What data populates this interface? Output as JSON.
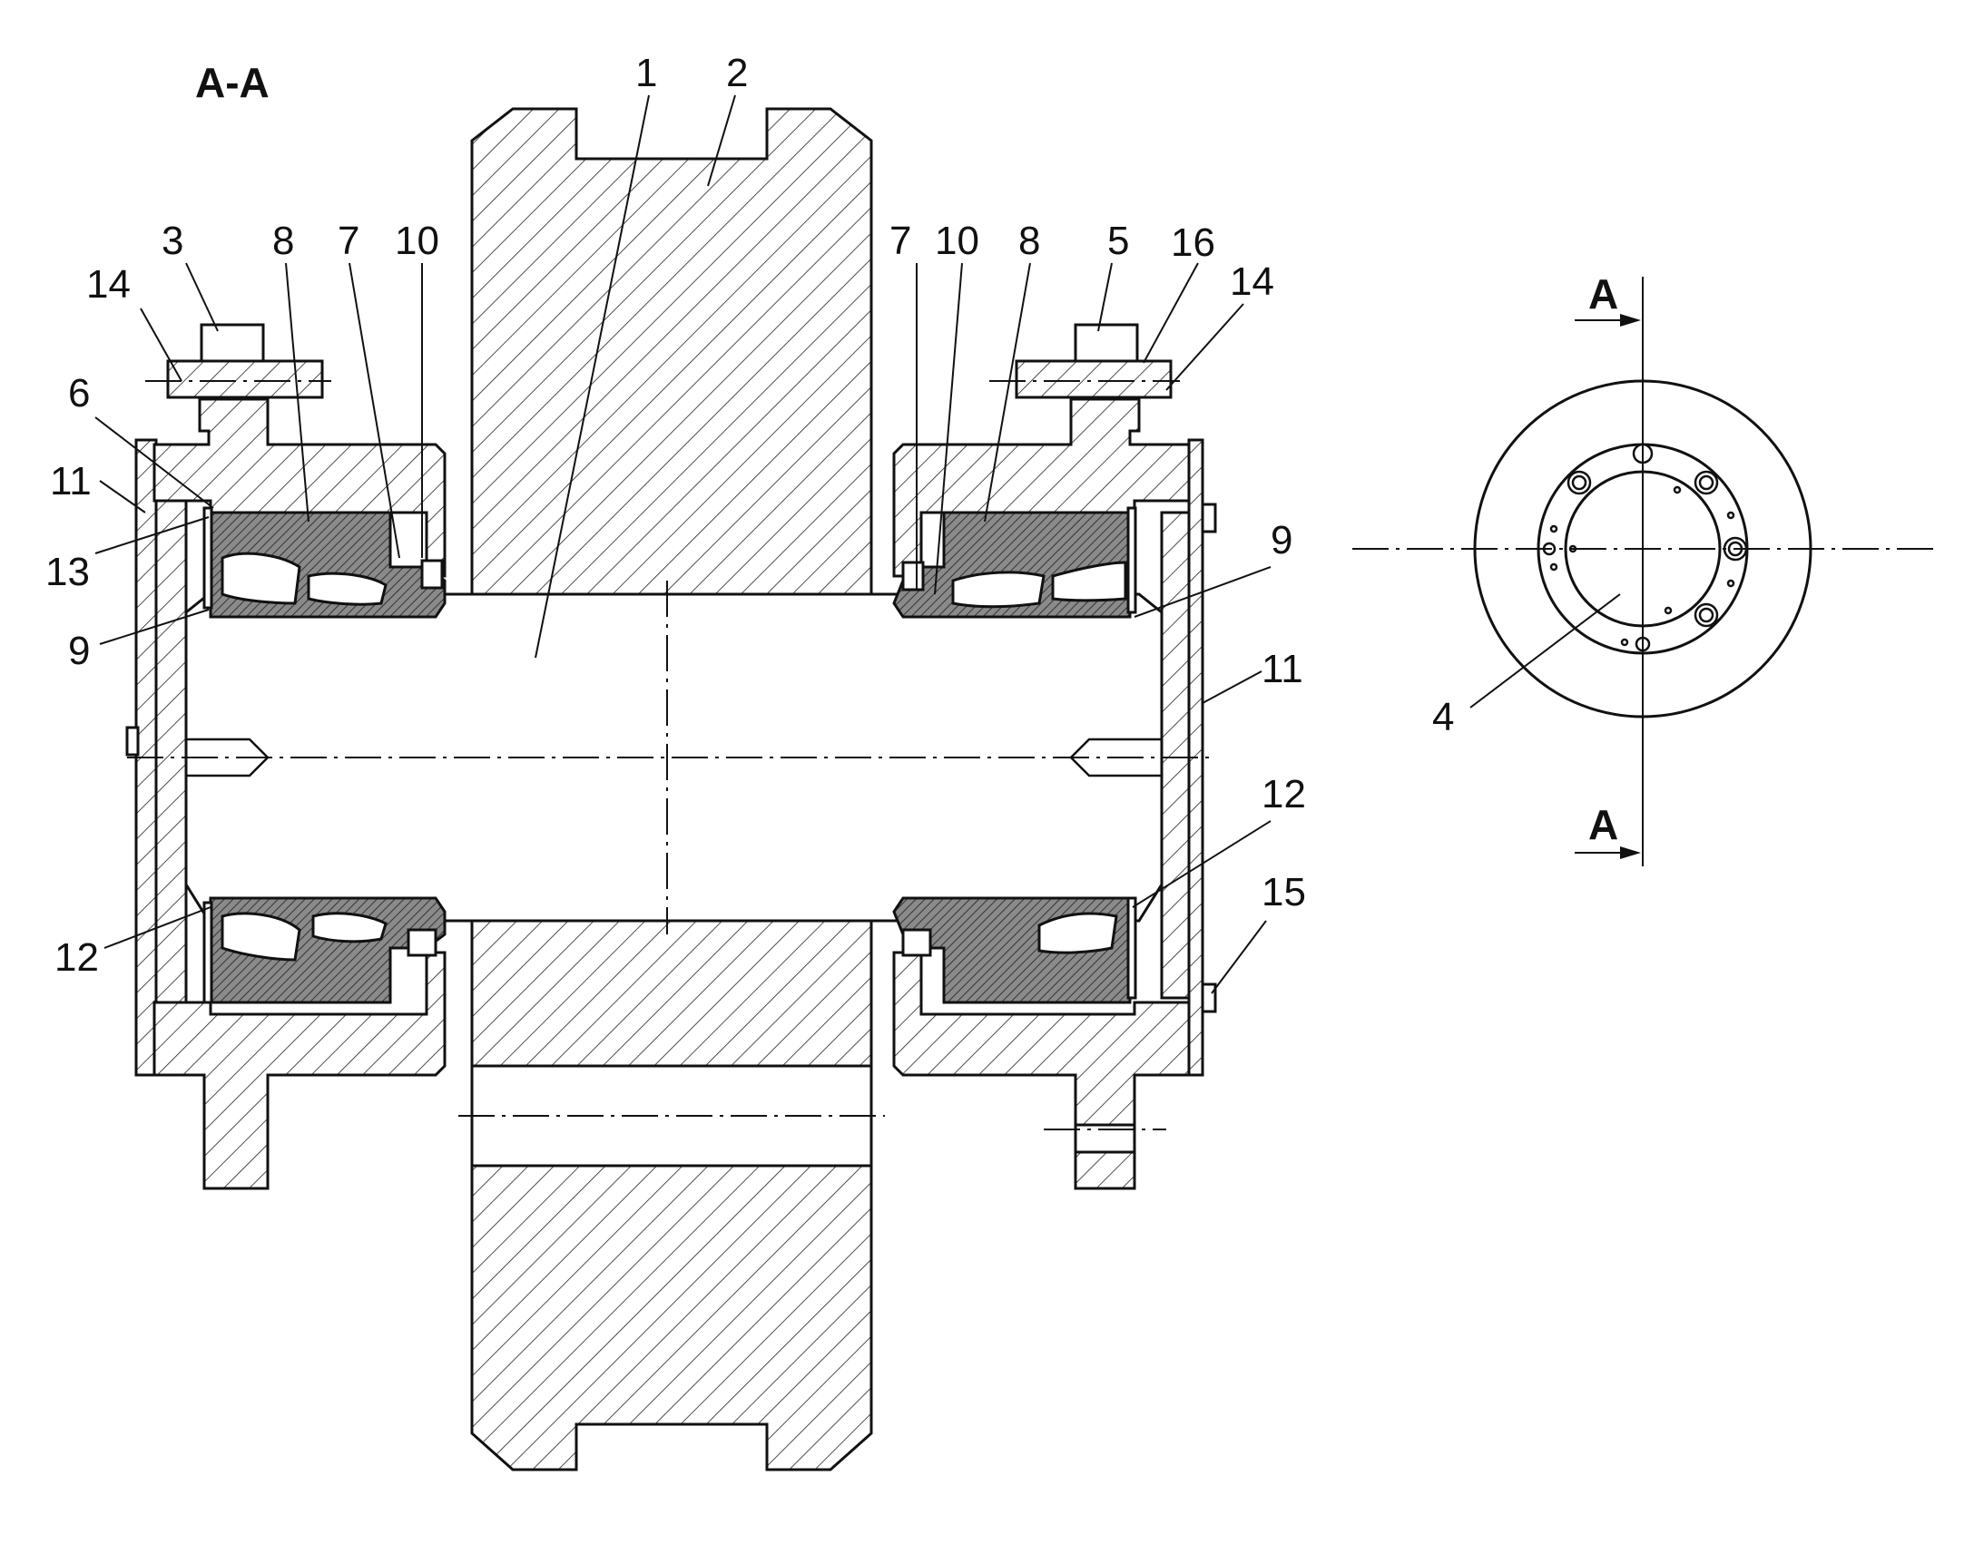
{
  "section_title": "A-A",
  "section_marks": [
    "A",
    "A"
  ],
  "labels": {
    "l1": "1",
    "l2": "2",
    "l3": "3",
    "l8a": "8",
    "l7a": "7",
    "l10a": "10",
    "l14a": "14",
    "l6": "6",
    "l11a": "11",
    "l13": "13",
    "l9a": "9",
    "l12a": "12",
    "l7b": "7",
    "l10b": "10",
    "l8b": "8",
    "l5": "5",
    "l16": "16",
    "l14b": "14",
    "l9b": "9",
    "l11b": "11",
    "l12b": "12",
    "l15": "15",
    "l4": "4"
  }
}
